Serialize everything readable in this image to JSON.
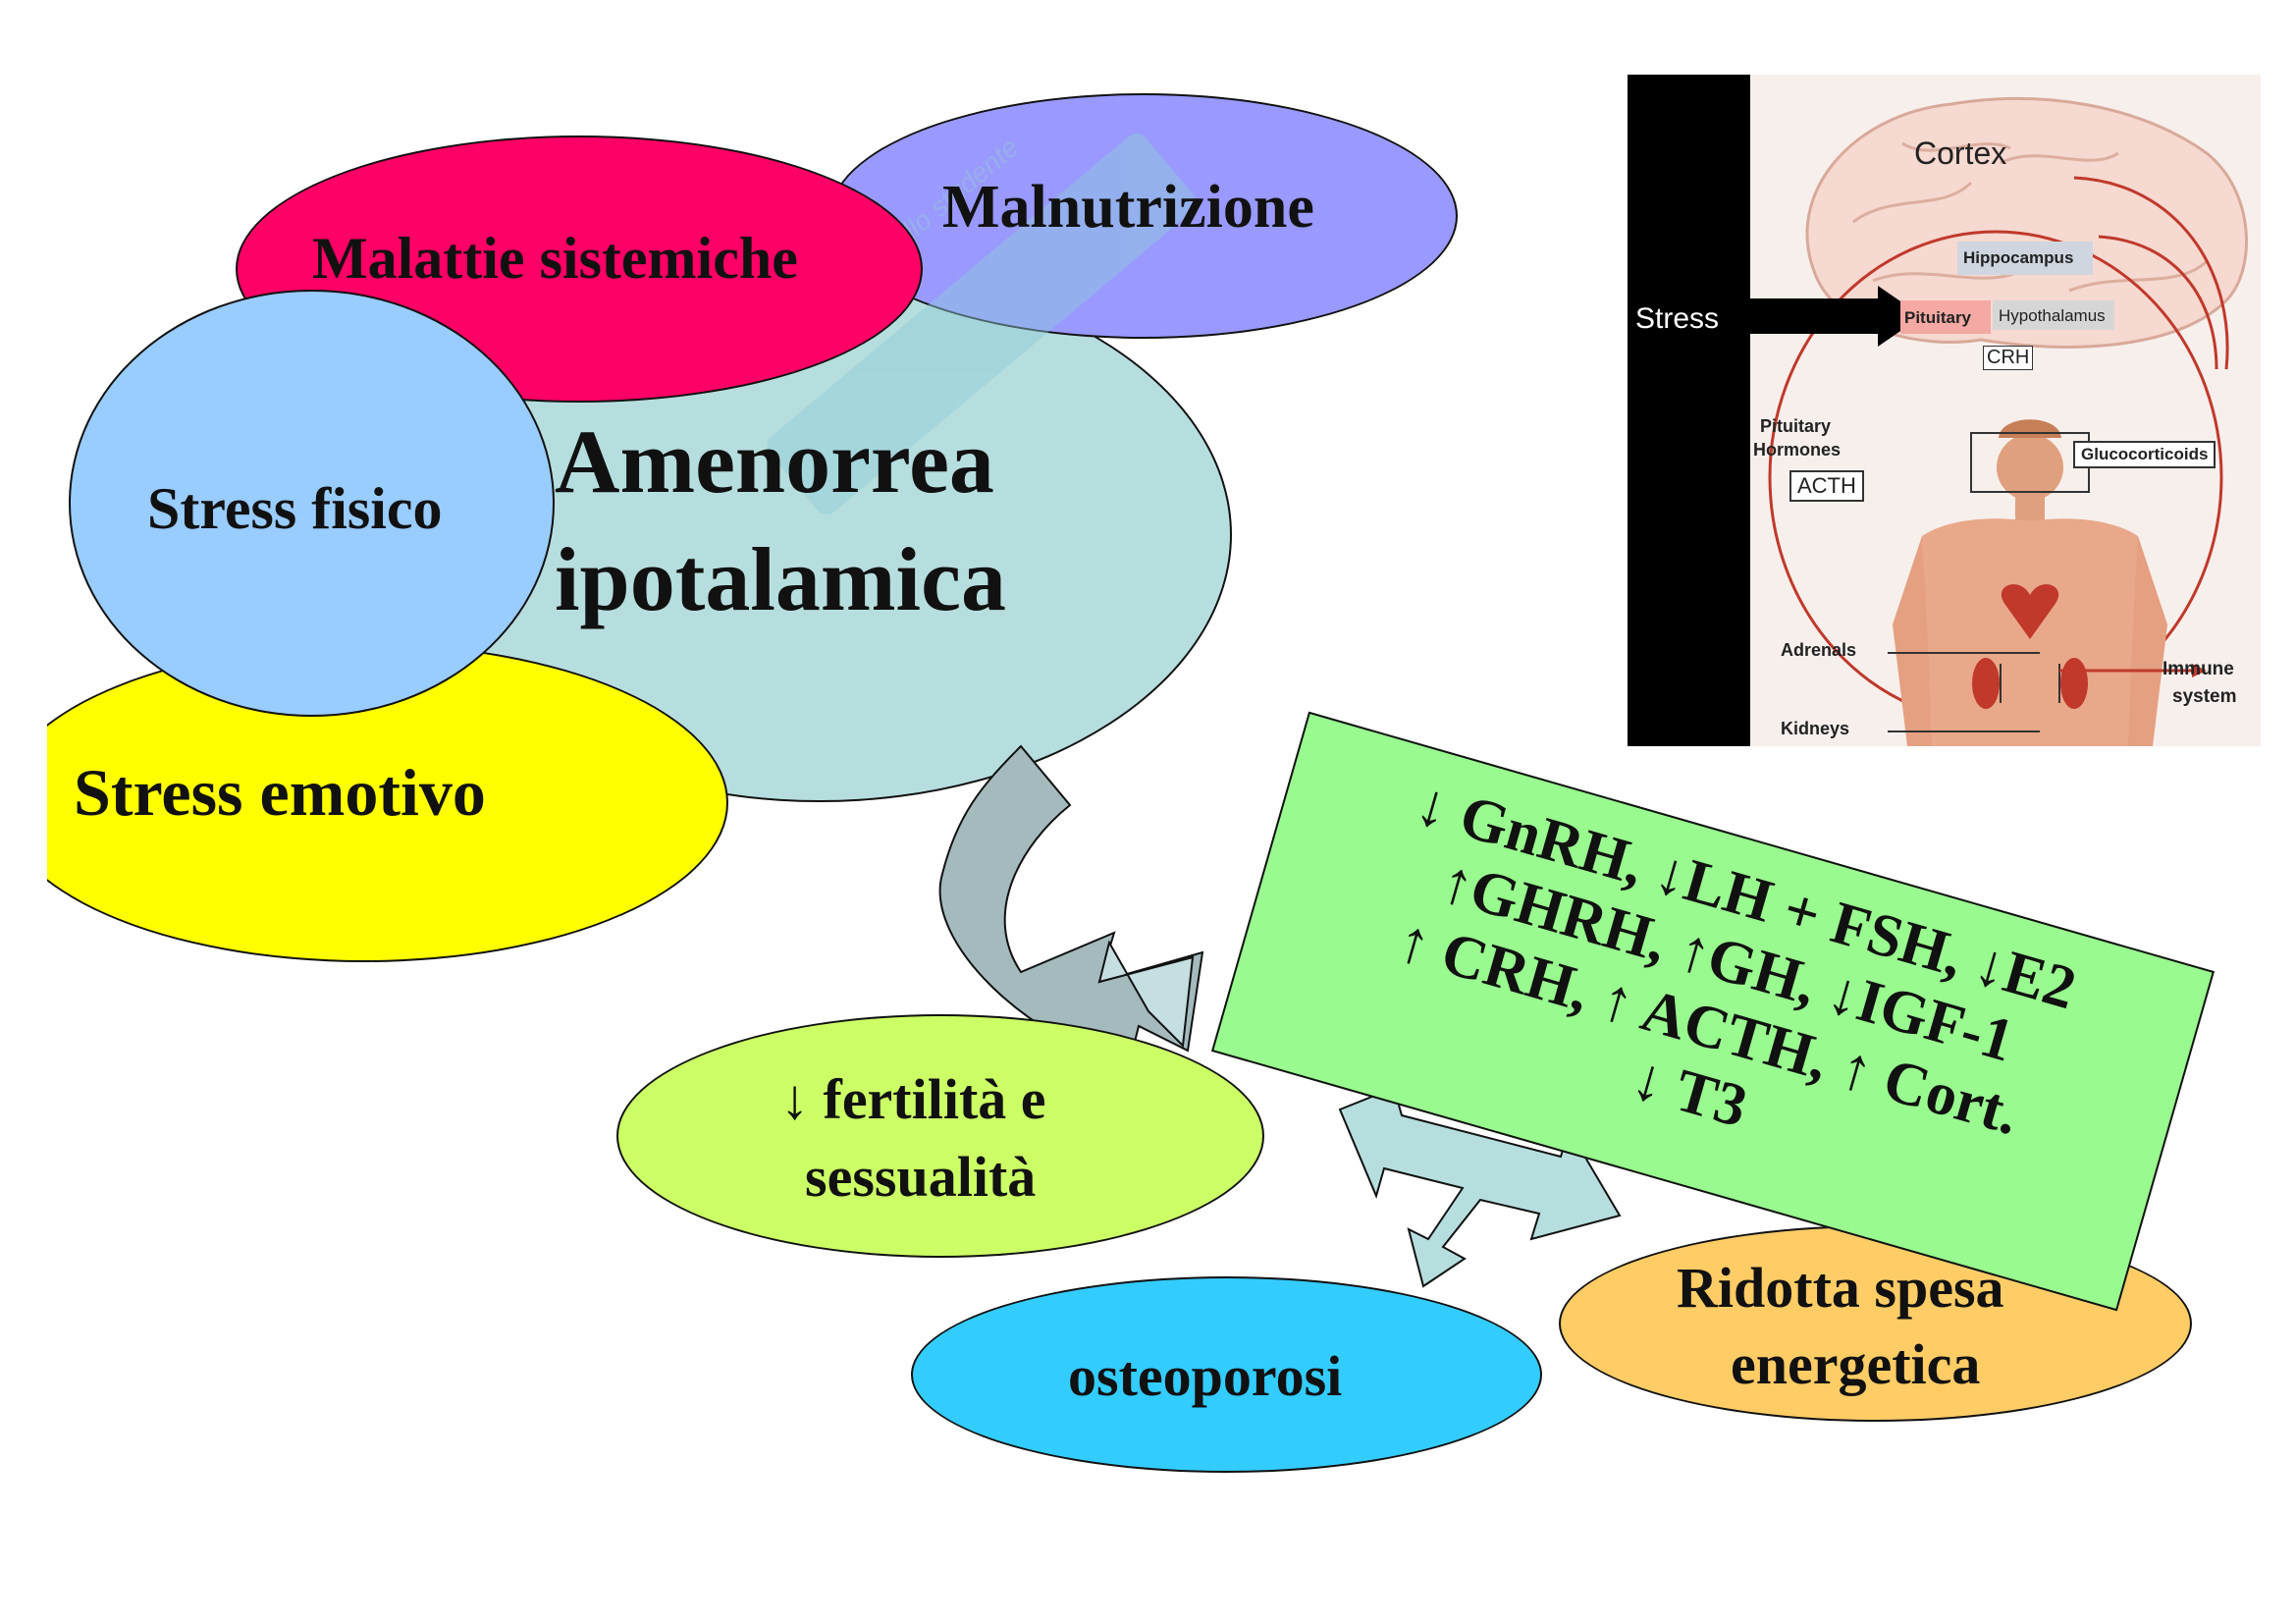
{
  "diagram": {
    "center": {
      "line1": "Amenorrea",
      "line2": "ipotalamica"
    },
    "causes": {
      "malattie": "Malattie sistemiche",
      "malnutrizione": "Malnutrizione",
      "stress_fisico": "Stress fisico",
      "stress_emotivo": "Stress emotivo"
    },
    "hormones_box": {
      "line1": "↓ GnRH, ↓LH + FSH, ↓E2",
      "line2": "↑GHRH, ↑GH, ↓IGF-1",
      "line3": "↑ CRH, ↑ ACTH, ↑ Cort.",
      "line4": "↓ T3"
    },
    "effects": {
      "fertilita_line1": "↓ fertilità e",
      "fertilita_line2": "sessualità",
      "osteoporosi": "osteoporosi",
      "spesa_line1": "Ridotta spesa",
      "spesa_line2": "energetica"
    },
    "hpa_figure": {
      "stress": "Stress",
      "cortex": "Cortex",
      "hippocampus": "Hippocampus",
      "pituitary": "Pituitary",
      "hypothalamus": "Hypothalamus",
      "crh": "CRH",
      "pituitary_hormones_1": "Pituitary",
      "pituitary_hormones_2": "Hormones",
      "acth": "ACTH",
      "glucocorticoids": "Glucocorticoids",
      "adrenals": "Adrenals",
      "kidneys": "Kidneys",
      "immune_1": "Immune",
      "immune_2": "system"
    },
    "colors": {
      "center": "#b7dede",
      "malattie": "#ff0066",
      "malnutrizione": "#9999ff",
      "stress_fisico": "#99ccff",
      "stress_emotivo": "#ffff00",
      "hormones_box": "#99fa8f",
      "fertilita": "#ccff66",
      "osteoporosi": "#33ccff",
      "spesa": "#ffcc66",
      "arrows": "#b7dede"
    }
  }
}
